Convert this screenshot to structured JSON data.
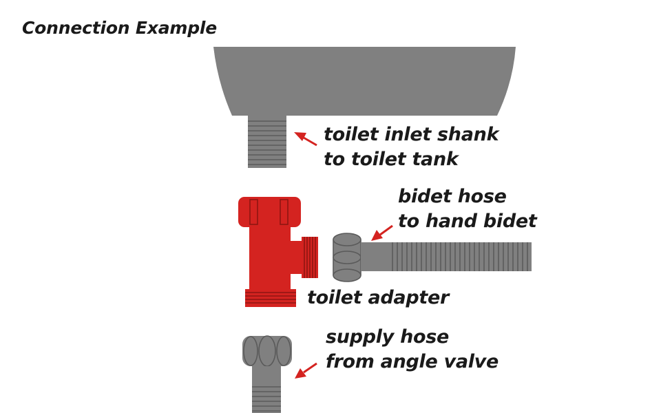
{
  "title": "Connection Example",
  "labels": {
    "inlet_shank": {
      "line1": "toilet inlet shank",
      "line2": "to toilet tank"
    },
    "bidet_hose": {
      "line1": "bidet hose",
      "line2": "to hand bidet"
    },
    "adapter": {
      "line1": "toilet adapter"
    },
    "supply_hose": {
      "line1": "supply hose",
      "line2": "from angle valve"
    }
  },
  "colors": {
    "gray": "#808080",
    "gray_dark": "#5a5a5a",
    "red": "#d42320",
    "red_dark": "#8e1512",
    "arrow": "#d42320",
    "text": "#1a1a1a"
  }
}
